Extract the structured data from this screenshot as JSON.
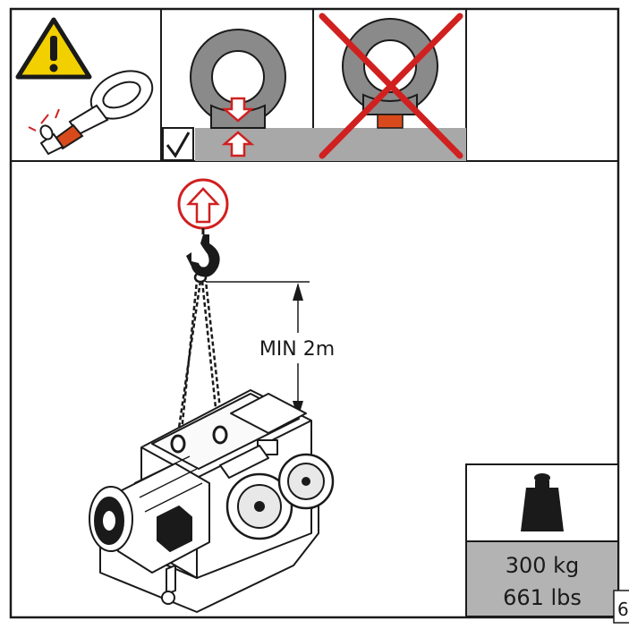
{
  "dimension": {
    "label": "MIN 2m"
  },
  "weight": {
    "kg": "300 kg",
    "lbs": "661 lbs"
  },
  "corner_tag": {
    "text": "6"
  },
  "icons": {
    "warning": "warning-triangle-icon",
    "eyebolt_shaft": "eyebolt-shaft-icon",
    "correct": "eyebolt-seated-correct-icon",
    "check": "checkmark-icon",
    "incorrect": "eyebolt-gap-incorrect-icon",
    "lift": "lift-up-arrow-icon",
    "hook": "crane-hook-icon",
    "weight": "weight-icon"
  },
  "colors": {
    "ink": "#1a1a1a",
    "eyebolt_gray": "#8a8a8a",
    "base_gray": "#a8a8a8",
    "weight_box": "#b3b3b3",
    "warning_yellow": "#f2d000",
    "alert_red": "#d02020",
    "gap_orange": "#d84a1c"
  }
}
